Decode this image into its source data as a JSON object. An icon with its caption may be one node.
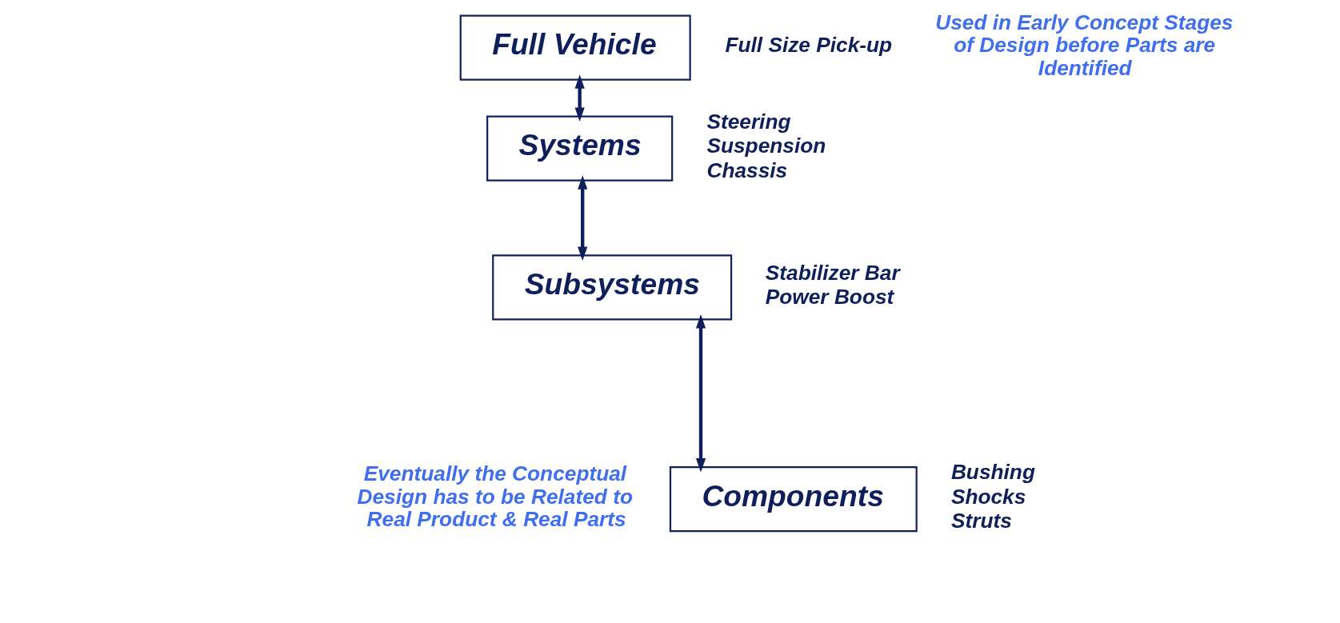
{
  "diagram": {
    "nodes": [
      {
        "text": [
          "Full Vehicle"
        ],
        "beside": [
          "Full Size Pick-up"
        ]
      },
      {
        "text": [
          "Systems"
        ],
        "beside": [
          "Steering",
          "Suspension",
          "Chassis"
        ]
      },
      {
        "text": [
          "Subsystems"
        ],
        "beside": [
          "Stabilizer Bar",
          "Power Boost"
        ]
      },
      {
        "text": [
          "Components"
        ],
        "beside": [
          "Bushing",
          "Shocks",
          "Struts"
        ]
      }
    ],
    "edges": [
      {
        "from": 0,
        "to": 1,
        "arrow": "both"
      },
      {
        "from": 1,
        "to": 2,
        "arrow": "both"
      },
      {
        "from": 2,
        "to": 3,
        "arrow": "both"
      }
    ],
    "labels": [
      "Used in Early Concept Stages of Design before Parts are Identified",
      "Eventually the Conceptual Design has to be Related to Real Product & Real Parts"
    ]
  }
}
